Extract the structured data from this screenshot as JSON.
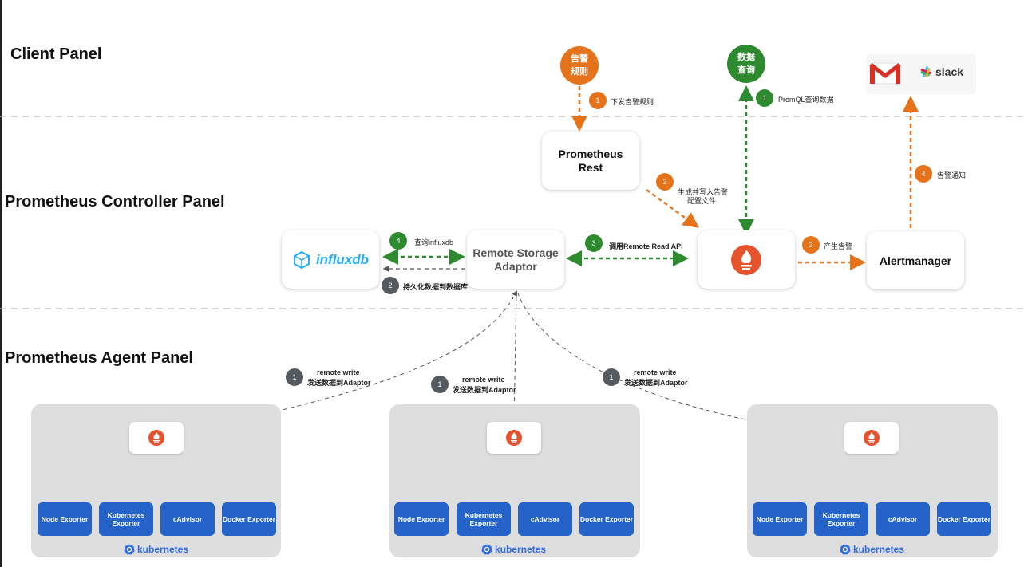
{
  "panels": {
    "client": "Client Panel",
    "controller": "Prometheus Controller Panel",
    "agent": "Prometheus Agent Panel"
  },
  "client": {
    "alert_rules": "告警规则",
    "data_query": "数据查询",
    "gmail_icon": "gmail-icon",
    "slack": "slack"
  },
  "controller": {
    "prometheus_rest": "Prometheus Rest",
    "remote_storage_adaptor": "Remote Storage Adaptor",
    "alertmanager": "Alertmanager",
    "influxdb": "influxdb"
  },
  "steps": {
    "deliver_rules": {
      "num": "1",
      "label": "下发告警规则"
    },
    "promql_query": {
      "num": "1",
      "label": "PromQL查询数据"
    },
    "generate_rules": {
      "num": "2",
      "label_line1": "生成并写入告警",
      "label_line2": "配置文件"
    },
    "alert_notify": {
      "num": "4",
      "label": "告警通知"
    },
    "query_influx": {
      "num": "4",
      "label": "查询influxdb"
    },
    "persist": {
      "num": "2",
      "label": "持久化数据到数据库"
    },
    "remote_read": {
      "num": "3",
      "label": "调用Remote Read API"
    },
    "produce_alert": {
      "num": "3",
      "label": "产生告警"
    },
    "remote_write": {
      "num": "1",
      "label_line1": "remote write",
      "label_line2": "发送数据到Adaptor"
    }
  },
  "clusters": [
    {
      "exporters": [
        "Node Exporter",
        "Kubernetes Exporter",
        "cAdvisor",
        "Docker Exporter"
      ],
      "brand": "kubernetes"
    },
    {
      "exporters": [
        "Node Exporter",
        "Kubernetes Exporter",
        "cAdvisor",
        "Docker Exporter"
      ],
      "brand": "kubernetes"
    },
    {
      "exporters": [
        "Node Exporter",
        "Kubernetes Exporter",
        "cAdvisor",
        "Docker Exporter"
      ],
      "brand": "kubernetes"
    }
  ],
  "colors": {
    "orange": "#e5731b",
    "green": "#2e8a2e",
    "dark": "#555a60",
    "exporter_blue": "#2563c9",
    "kubernetes_blue": "#326ce5",
    "prometheus": "#e6522c",
    "influx_blue": "#22adf6"
  }
}
